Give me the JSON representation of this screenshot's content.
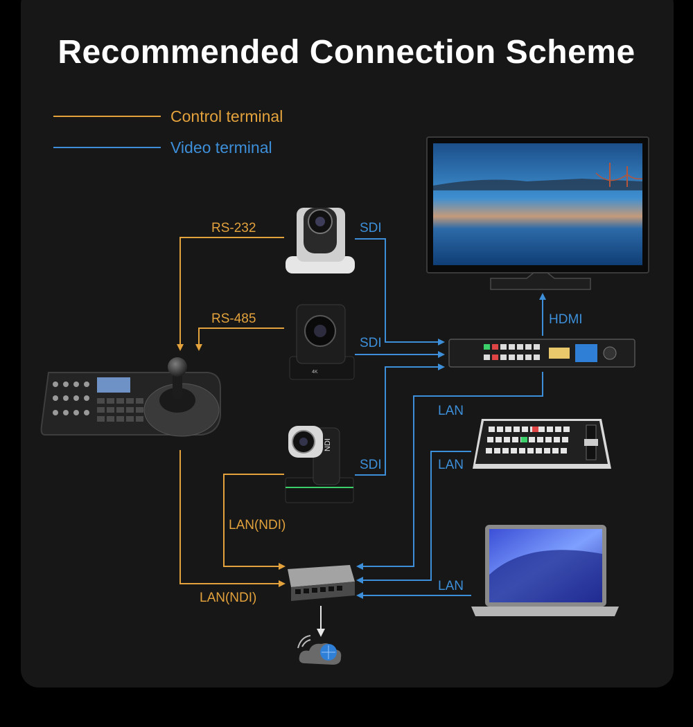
{
  "title": "Recommended Connection Scheme",
  "legend": {
    "control": "Control terminal",
    "video": "Video terminal"
  },
  "labels": {
    "rs232": "RS-232",
    "rs485": "RS-485",
    "sdi1": "SDI",
    "sdi2": "SDI",
    "sdi3": "SDI",
    "hdmi": "HDMI",
    "lan1": "LAN",
    "lan2": "LAN",
    "lan3": "LAN",
    "lan_ndi_camera": "LAN(NDI)",
    "lan_ndi_keyboard": "LAN(NDI)"
  },
  "colors": {
    "control": "#e3a23c",
    "video": "#3d8fd9"
  },
  "devices": {
    "camera_ndi_brand": "NDI"
  }
}
